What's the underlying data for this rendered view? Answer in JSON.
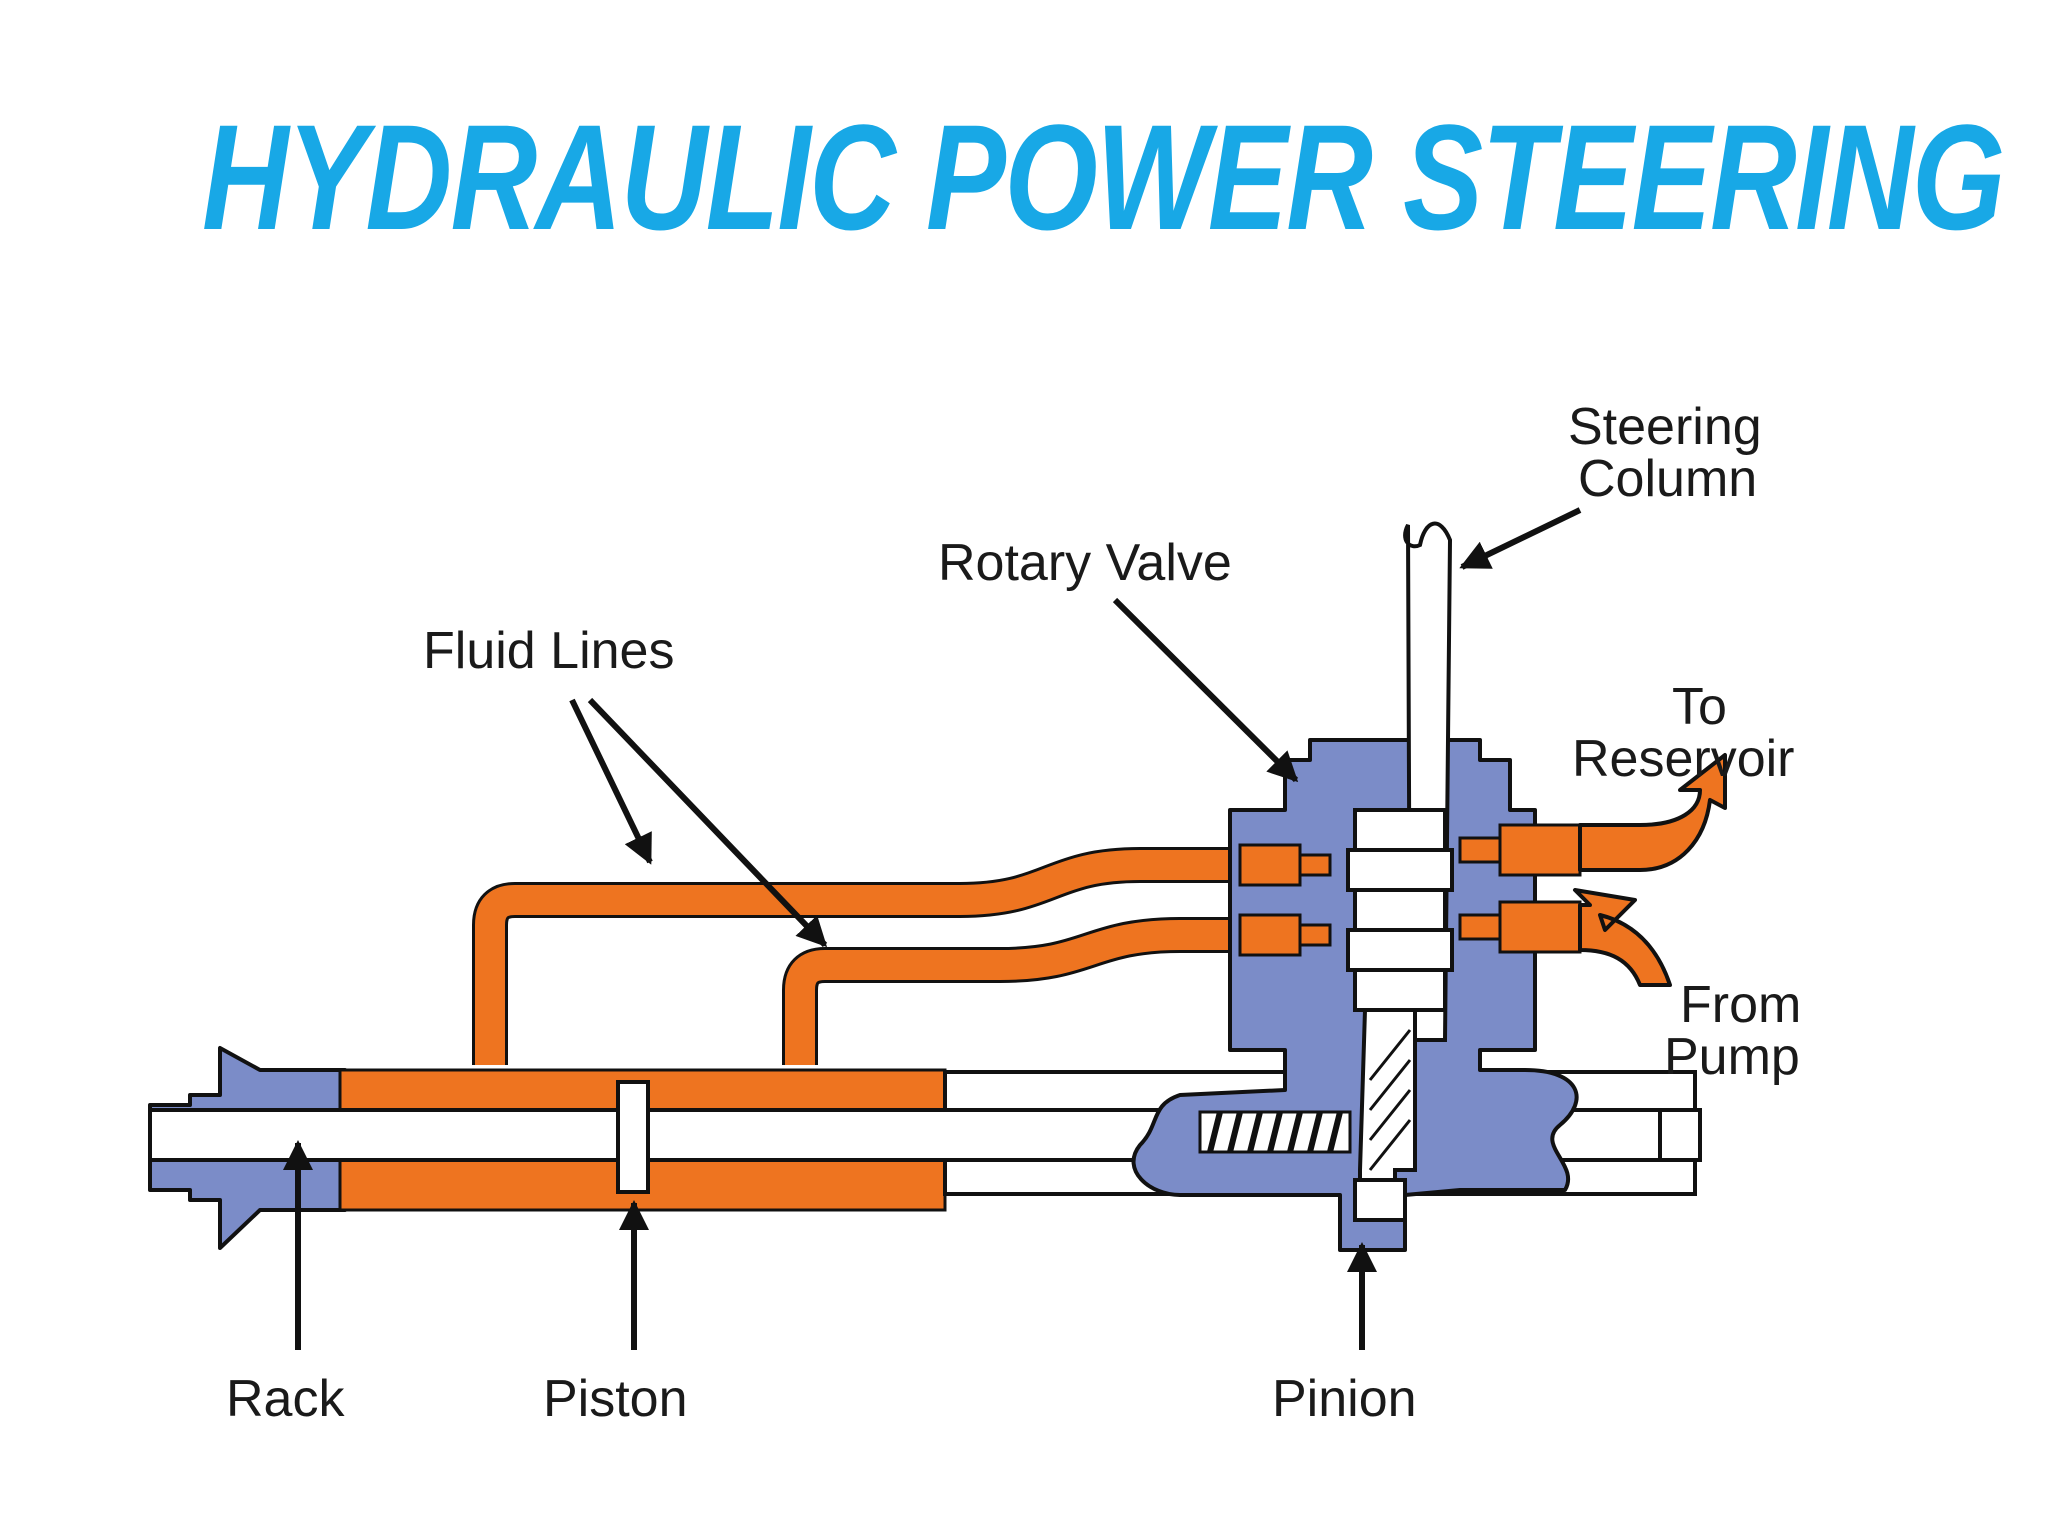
{
  "title": "HYDRAULIC POWER STEERING",
  "labels": {
    "steering_column_1": "Steering",
    "steering_column_2": "Column",
    "rotary_valve": "Rotary Valve",
    "fluid_lines": "Fluid Lines",
    "to_reservoir_1": "To",
    "to_reservoir_2": "Reservoir",
    "from_pump_1": "From",
    "from_pump_2": "Pump",
    "rack": "Rack",
    "piston": "Piston",
    "pinion": "Pinion"
  },
  "colors": {
    "title": "#18a8e6",
    "fluid": "#ee7420",
    "housing": "#7b8cc8"
  }
}
